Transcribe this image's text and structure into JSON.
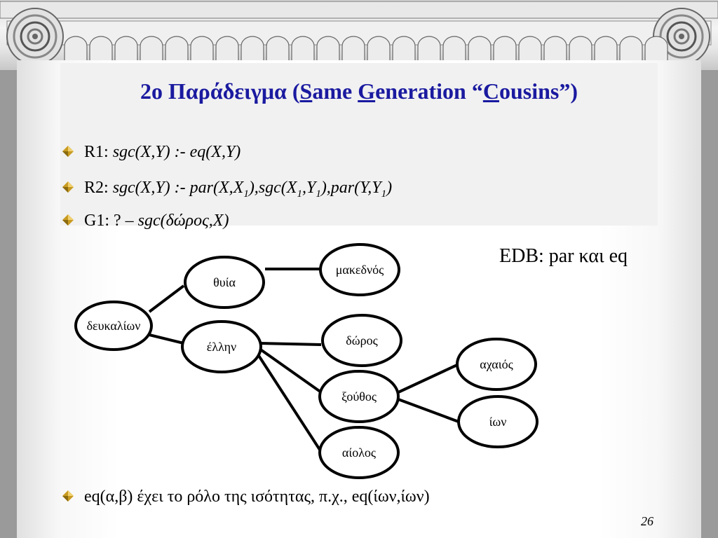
{
  "title": {
    "prefix": "2ο Παράδειγμα (",
    "s": "S",
    "ame": "ame ",
    "g": "G",
    "eneration": "eneration “",
    "c": "C",
    "ousins": "ousins”)"
  },
  "bullets": {
    "r1": {
      "label": "R1: ",
      "rule": "sgc(X,Y) :- eq(X,Y)"
    },
    "r2": {
      "label": "R2: ",
      "p1": "sgc(X,Y) :- par(X,X",
      "s1": "1",
      "p2": "),sgc(X",
      "s2": "1",
      "p3": ",Y",
      "s3": "1",
      "p4": "),par(Y,Y",
      "s4": "1",
      "p5": ")"
    },
    "g1": {
      "label": "G1: ? – ",
      "goal": "sgc(δώρος,X)"
    },
    "eq": "eq(α,β) έχει το ρόλο της ισότητας, π.χ., eq(ίων,ίων)"
  },
  "edb": "EDB: par και eq",
  "nodes": {
    "deukalion": "δευκαλίων",
    "thuia": "θυία",
    "makednos": "μακεδνός",
    "ellen": "έλλην",
    "doros": "δώρος",
    "xouthos": "ξούθος",
    "aiolos": "αίολος",
    "achaios": "αχαιός",
    "ion": "ίων"
  },
  "page_number": "26",
  "colors": {
    "title": "#1a1aa0",
    "bullet": "#8a6a10"
  }
}
